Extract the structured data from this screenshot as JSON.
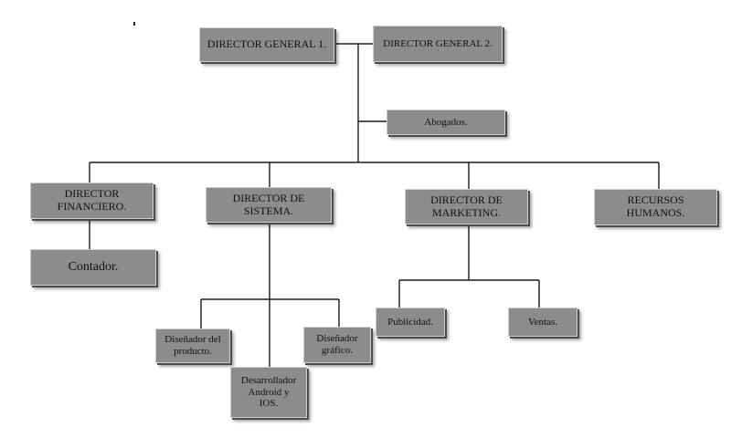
{
  "org_chart": {
    "director_general_1": "DIRECTOR GENERAL 1.",
    "director_general_2": "DIRECTOR GENERAL 2.",
    "abogados": "Abogados.",
    "director_financiero": "DIRECTOR\nFINANCIERO.",
    "contador": "Contador.",
    "director_sistema": "DIRECTOR DE\nSISTEMA.",
    "disenador_producto": "Diseñador del\nproducto.",
    "desarrollador": "Desarrollador\nAndroid y\nIOS.",
    "disenador_grafico": "Diseñador\ngráfico.",
    "director_marketing": "DIRECTOR DE\nMARKETING.",
    "publicidad": "Publicidad.",
    "ventas": "Ventas.",
    "recursos_humanos": "RECURSOS\nHUMANOS."
  }
}
